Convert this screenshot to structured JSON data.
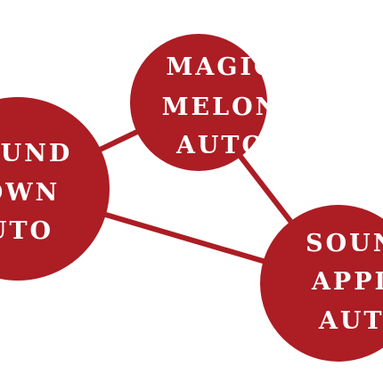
{
  "colors": {
    "node": "#AC1D24",
    "edge": "#AC1D24",
    "text": "#FFFFFF",
    "background": "#FFFFFF"
  },
  "nodes": [
    {
      "id": "magic-melon",
      "lines": [
        "MAGIC",
        "MELON",
        "AUTO"
      ]
    },
    {
      "id": "round-town",
      "lines": [
        "ROUND",
        "TOWN",
        "AUTO"
      ]
    },
    {
      "id": "sound-apple",
      "lines": [
        "SOUND",
        "APPLE",
        "AUTO"
      ]
    }
  ],
  "edges": [
    {
      "from": "magic-melon",
      "to": "round-town"
    },
    {
      "from": "magic-melon",
      "to": "sound-apple"
    },
    {
      "from": "round-town",
      "to": "sound-apple"
    }
  ]
}
